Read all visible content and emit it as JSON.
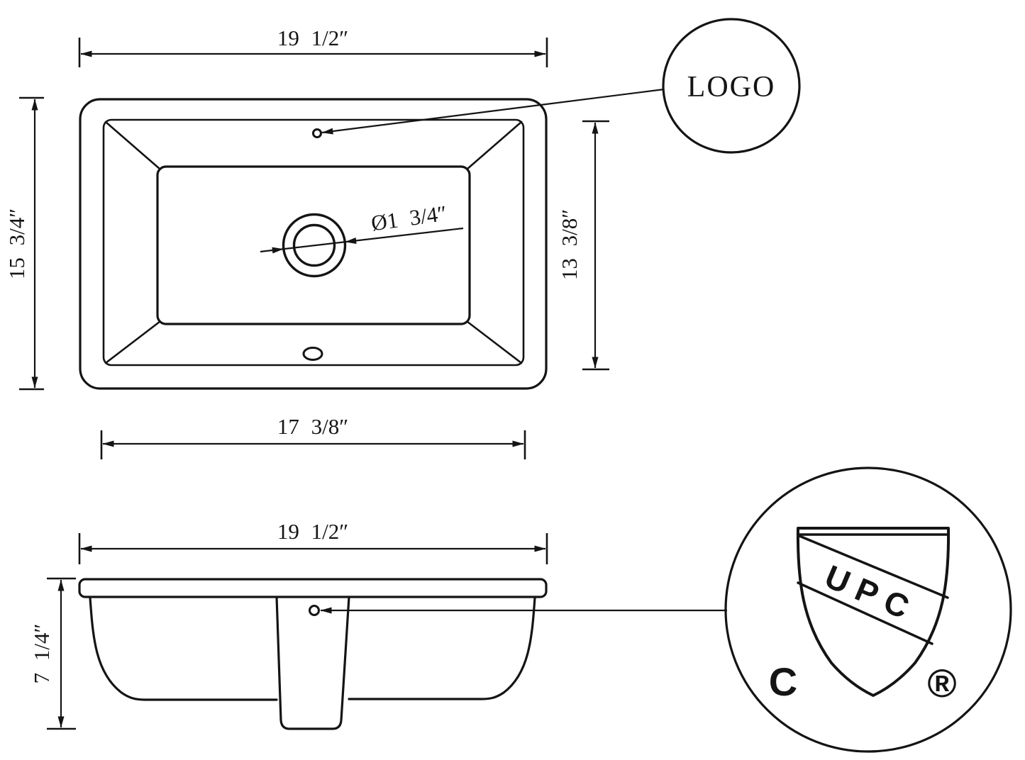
{
  "colors": {
    "line": "#141414",
    "background": "#ffffff"
  },
  "top_view": {
    "overall_width_label": "19 1/2″",
    "overall_depth_label": "15 3/4″",
    "bowl_depth_label": "13 3/8″",
    "bowl_width_label": "17 3/8″",
    "drain_diameter_label": "Ø1 3/4″"
  },
  "front_view": {
    "overall_width_label": "19 1/2″",
    "overall_height_label": "7 1/4″"
  },
  "callouts": {
    "logo_text": "LOGO",
    "upc_shield_text": "UPC",
    "upc_left_text": "C",
    "upc_right_text": "®"
  }
}
